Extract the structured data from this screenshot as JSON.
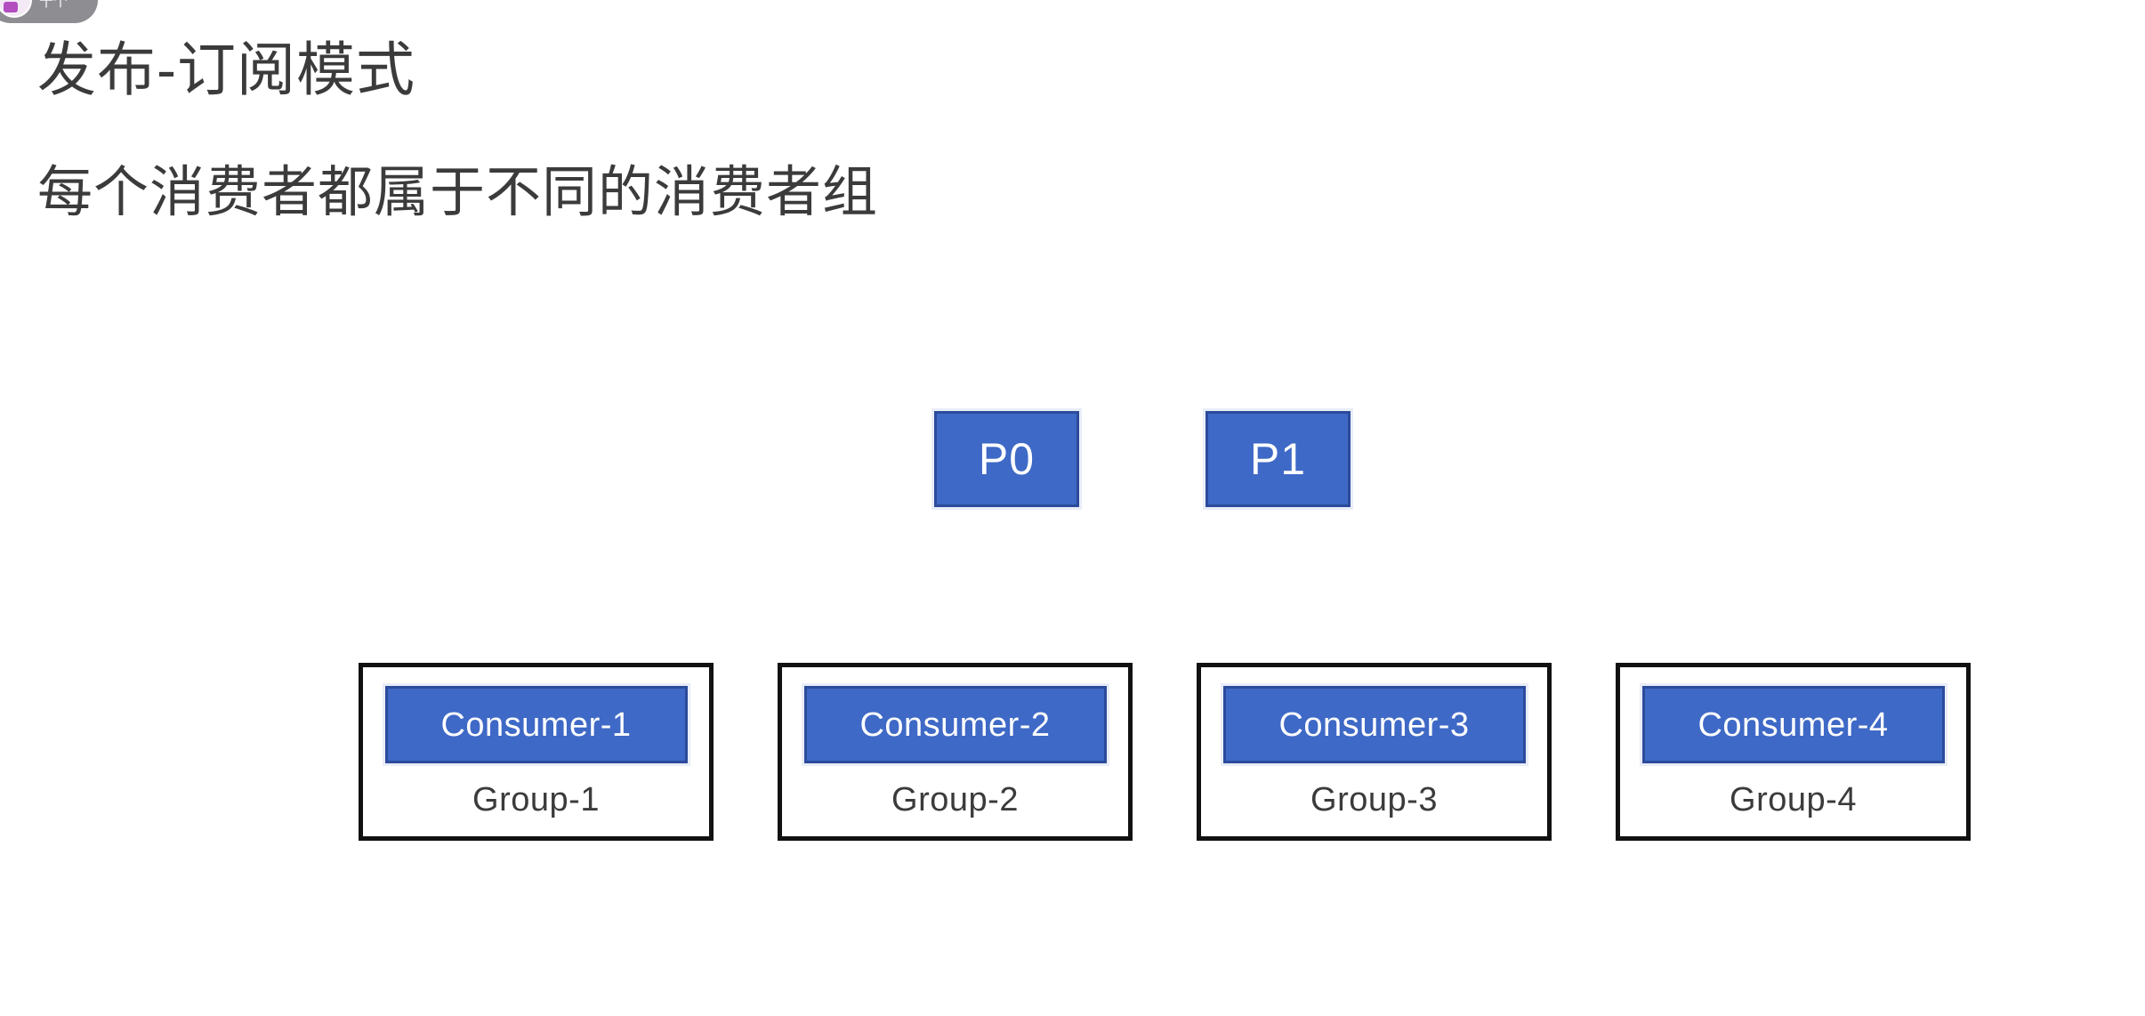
{
  "slide": {
    "title": "发布-订阅模式",
    "subtitle": "每个消费者都属于不同的消费者组",
    "background_color": "#ffffff",
    "text_color": "#3b3b3b"
  },
  "overlay": {
    "chip_label": "十个",
    "chip_background": "#8d8d92",
    "avatar_icon": "avatar-icon"
  },
  "diagram": {
    "accent_color": "#3f69c6",
    "accent_border_color": "#2c4b9b",
    "group_border_color": "#111111",
    "partitions": [
      {
        "label": "P0"
      },
      {
        "label": "P1"
      }
    ],
    "groups": [
      {
        "consumer": "Consumer-1",
        "group": "Group-1"
      },
      {
        "consumer": "Consumer-2",
        "group": "Group-2"
      },
      {
        "consumer": "Consumer-3",
        "group": "Group-3"
      },
      {
        "consumer": "Consumer-4",
        "group": "Group-4"
      }
    ]
  }
}
